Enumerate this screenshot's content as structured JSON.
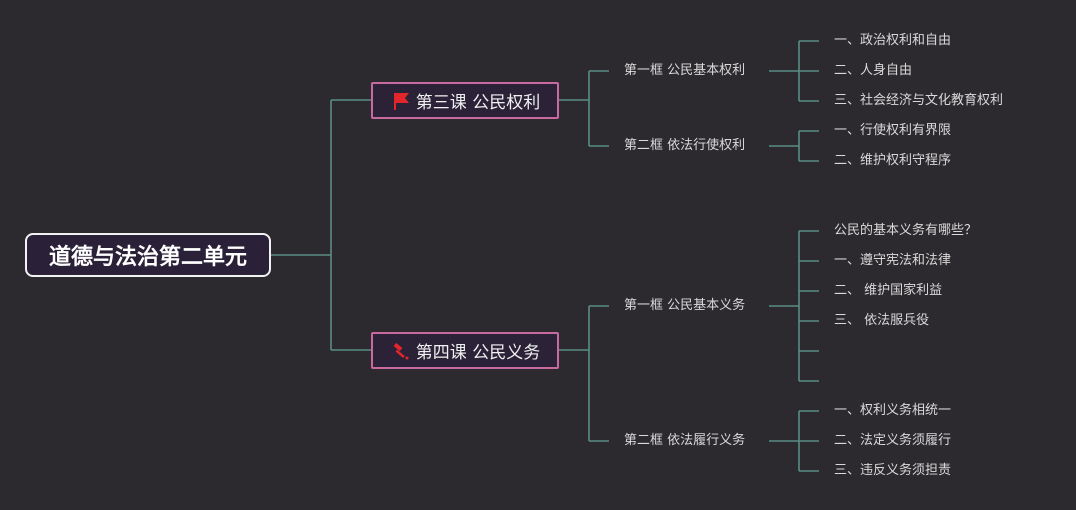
{
  "root": {
    "label": "道德与法治第二单元"
  },
  "lessons": [
    {
      "label": "第三课 公民权利",
      "icon": "red-flag-icon",
      "frames": [
        {
          "label": "第一框 公民基本权利",
          "items": [
            "一、政治权利和自由",
            "二、人身自由",
            "三、社会经济与文化教育权利"
          ]
        },
        {
          "label": "第二框 依法行使权利",
          "items": [
            "一、行使权利有界限",
            "二、维护权利守程序"
          ]
        }
      ]
    },
    {
      "label": "第四课 公民义务",
      "icon": "hammer-icon",
      "frames": [
        {
          "label": "第一框 公民基本义务",
          "items": [
            "公民的基本义务有哪些？",
            "一、遵守宪法和法律",
            "二、 维护国家利益",
            "三、 依法服兵役",
            "",
            ""
          ]
        },
        {
          "label": "第二框 依法履行义务",
          "items": [
            "一、权利义务相统一",
            "二、法定义务须履行",
            "三、违反义务须担责"
          ]
        }
      ]
    }
  ],
  "colors": {
    "background": "#2d2a2f",
    "connector": "#5a8c86",
    "lesson_border": "#c86aa0",
    "root_border": "#f2f2f2",
    "icon_red": "#e3262b"
  }
}
